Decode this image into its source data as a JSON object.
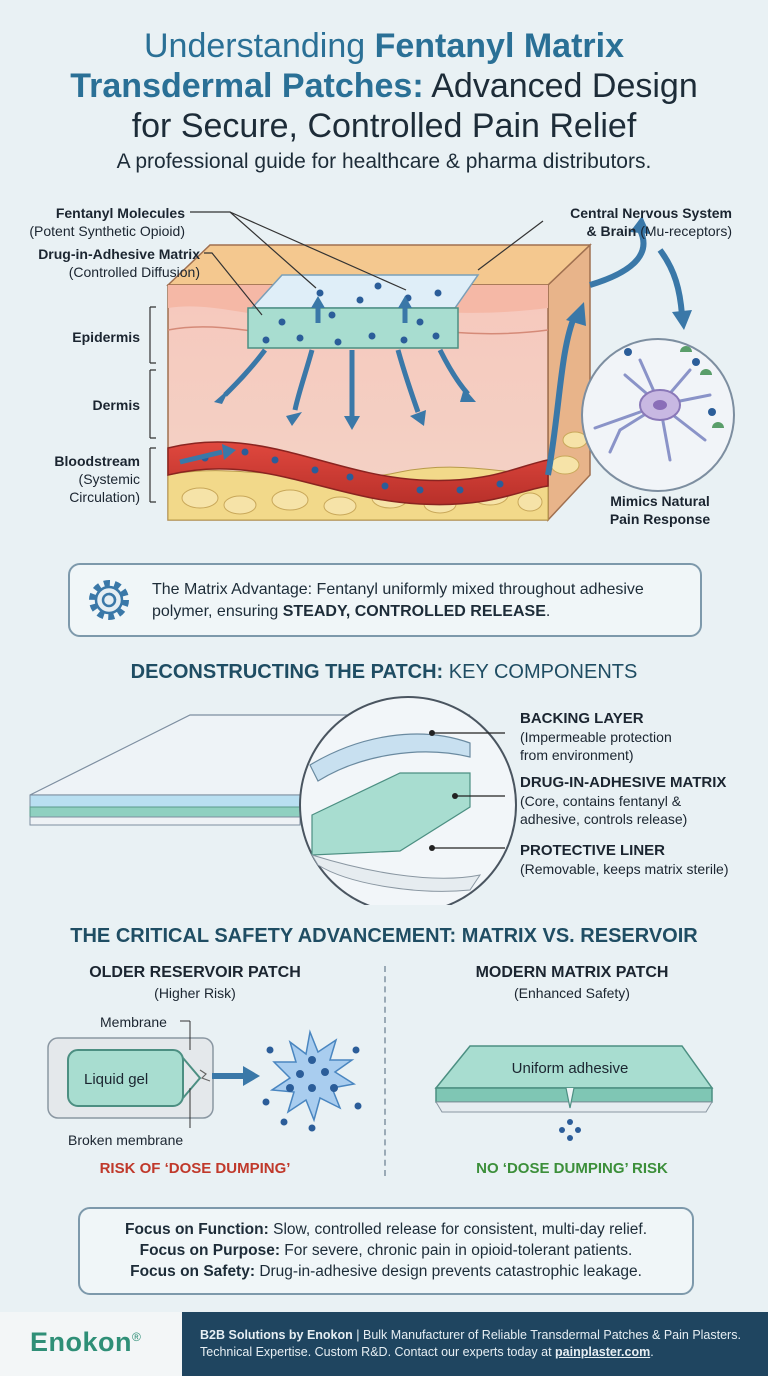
{
  "header": {
    "title_part1": "Understanding ",
    "title_part2": "Fentanyl Matrix",
    "title_part3": "Transdermal Patches:",
    "title_part4": " Advanced Design",
    "title_part5": "for Secure, Controlled Pain Relief",
    "subtitle": "A professional guide for healthcare & pharma distributors."
  },
  "skin_diagram": {
    "fentanyl_molecules": "Fentanyl Molecules",
    "fentanyl_molecules_sub": "(Potent Synthetic Opioid)",
    "drug_matrix": "Drug-in-Adhesive Matrix",
    "drug_matrix_sub": "(Controlled Diffusion)",
    "epidermis": "Epidermis",
    "dermis": "Dermis",
    "bloodstream": "Bloodstream",
    "bloodstream_sub1": "(Systemic",
    "bloodstream_sub2": "Circulation)",
    "cns_line1": "Central Nervous System",
    "cns_line2_bold": "& Brain",
    "cns_line2_rest": " (Mu-receptors)",
    "mimics1": "Mimics Natural",
    "mimics2": "Pain Response"
  },
  "matrix_advantage": {
    "lead": "The Matrix Advantage:",
    "text1": " Fentanyl uniformly mixed throughout adhesive",
    "text2": "polymer, ensuring ",
    "strong": "STEADY, CONTROLLED RELEASE",
    "end": "."
  },
  "components": {
    "title_bold": "DECONSTRUCTING THE PATCH:",
    "title_rest": " KEY COMPONENTS",
    "backing_title": "BACKING LAYER",
    "backing_desc1": "(Impermeable protection",
    "backing_desc2": "from environment)",
    "matrix_title": "DRUG-IN-ADHESIVE MATRIX",
    "matrix_desc1": "(Core, contains fentanyl &",
    "matrix_desc2": "adhesive, controls release)",
    "liner_title": "PROTECTIVE LINER",
    "liner_desc": "(Removable, keeps matrix sterile)"
  },
  "comparison": {
    "title": "THE CRITICAL SAFETY ADVANCEMENT: MATRIX VS. RESERVOIR",
    "old_title": "OLDER RESERVOIR PATCH",
    "old_sub": "(Higher Risk)",
    "membrane": "Membrane",
    "liquid_gel": "Liquid gel",
    "broken_membrane": "Broken membrane",
    "old_risk": "RISK OF ‘DOSE DUMPING’",
    "new_title": "MODERN MATRIX PATCH",
    "new_sub": "(Enhanced Safety)",
    "uniform_adhesive": "Uniform adhesive",
    "new_risk": "NO ‘DOSE DUMPING’ RISK"
  },
  "focus": {
    "function_label": "Focus on Function:",
    "function_text": " Slow, controlled release for consistent, multi-day relief.",
    "purpose_label": "Focus on Purpose:",
    "purpose_text": " For severe, chronic pain in opioid-tolerant patients.",
    "safety_label": "Focus on Safety:",
    "safety_text": " Drug-in-adhesive design prevents catastrophic leakage."
  },
  "footer": {
    "logo": "Enokon",
    "logo_mark": "®",
    "line1_bold": "B2B Solutions by Enokon",
    "line1_rest": " | Bulk Manufacturer of Reliable Transdermal Patches & Pain Plasters.",
    "line2_start": "Technical Expertise. Custom R&D. Contact our experts today at ",
    "line2_link": "painplaster.com",
    "line2_end": "."
  },
  "colors": {
    "title_highlight": "#2a7096",
    "section_title": "#1f4d63",
    "risk_red": "#c0392b",
    "safe_green": "#3c8f3a",
    "footer_bg": "#1f4560"
  }
}
